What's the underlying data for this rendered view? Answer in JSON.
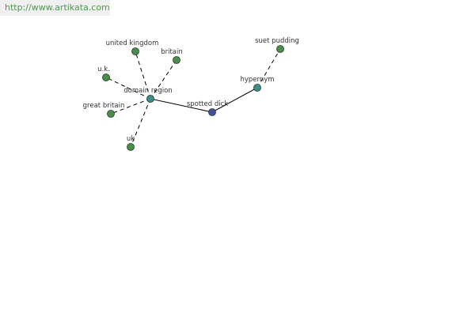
{
  "watermark": {
    "text": "http://www.artikata.com"
  },
  "colors": {
    "center_node": "#484e9e",
    "hub_node": "#3b8e8e",
    "leaf_node": "#4e8c4e",
    "node_stroke": "#1e3a1e",
    "edge": "#000000",
    "background": "#ffffff"
  },
  "graph": {
    "nodes": [
      {
        "id": "spotted-dick",
        "label": "spotted dick",
        "kind": "center"
      },
      {
        "id": "domain-region",
        "label": "domain region",
        "kind": "hub"
      },
      {
        "id": "hypernym",
        "label": "hypernym",
        "kind": "hub"
      },
      {
        "id": "united-kingdom",
        "label": "united kingdom",
        "kind": "leaf"
      },
      {
        "id": "britain",
        "label": "britain",
        "kind": "leaf"
      },
      {
        "id": "u-k",
        "label": "u.k.",
        "kind": "leaf"
      },
      {
        "id": "great-britain",
        "label": "great britain",
        "kind": "leaf"
      },
      {
        "id": "uk",
        "label": "uk",
        "kind": "leaf"
      },
      {
        "id": "suet-pudding",
        "label": "suet pudding",
        "kind": "leaf"
      }
    ],
    "edges": [
      {
        "from": "domain-region",
        "to": "spotted-dick",
        "style": "solid"
      },
      {
        "from": "spotted-dick",
        "to": "hypernym",
        "style": "solid"
      },
      {
        "from": "domain-region",
        "to": "united-kingdom",
        "style": "dashed"
      },
      {
        "from": "domain-region",
        "to": "britain",
        "style": "dashed"
      },
      {
        "from": "domain-region",
        "to": "u-k",
        "style": "dashed"
      },
      {
        "from": "domain-region",
        "to": "great-britain",
        "style": "dashed"
      },
      {
        "from": "domain-region",
        "to": "uk",
        "style": "dashed"
      },
      {
        "from": "hypernym",
        "to": "suet-pudding",
        "style": "dashed"
      }
    ]
  }
}
